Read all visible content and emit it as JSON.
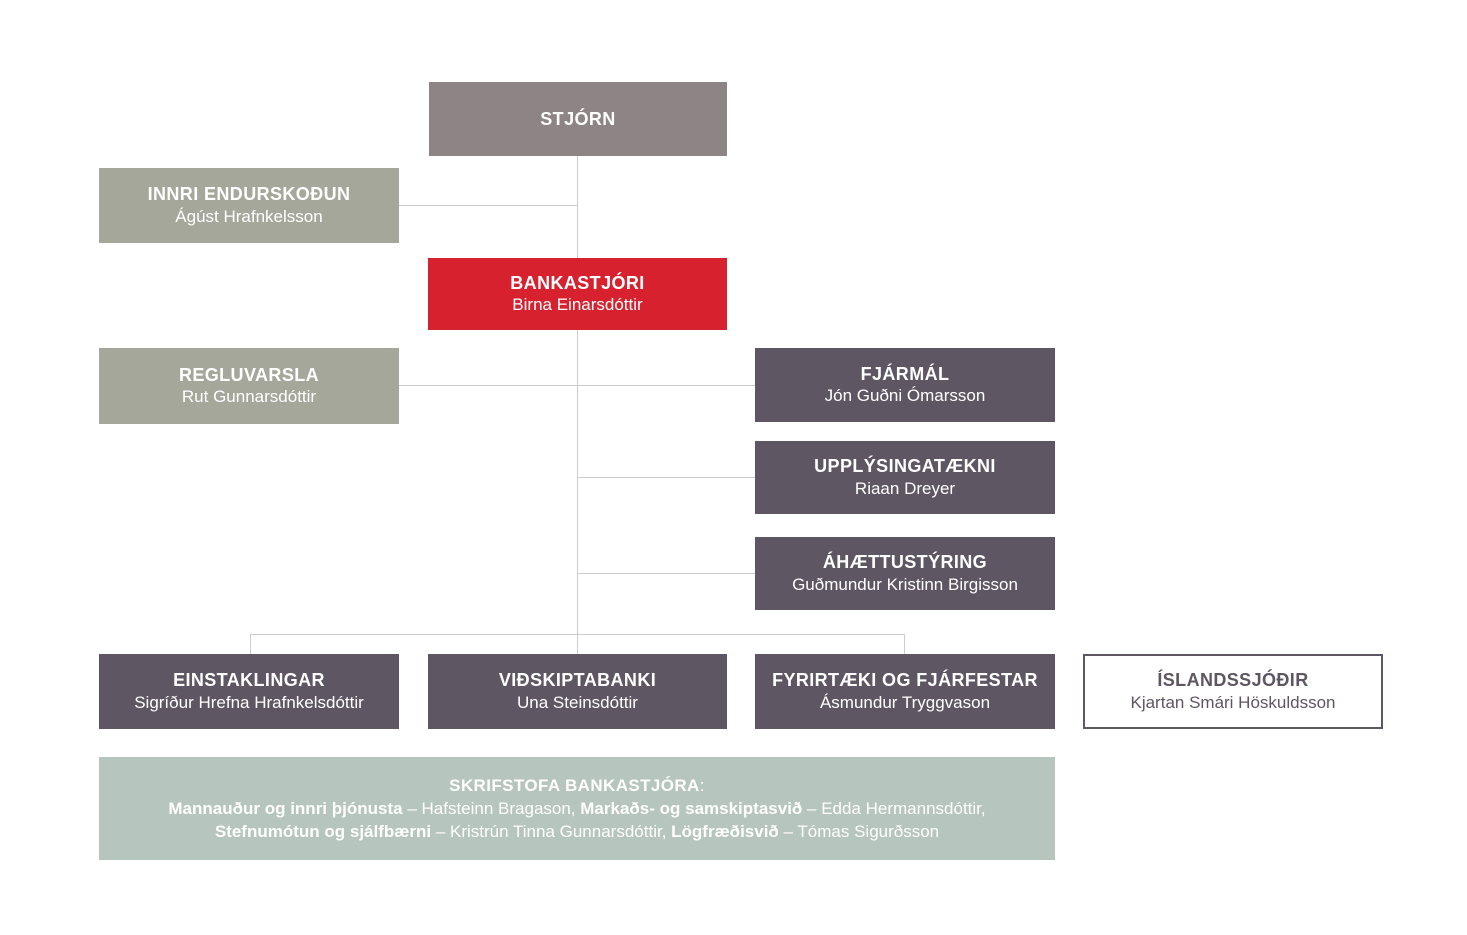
{
  "colors": {
    "gray": "#8d8585",
    "sagegray": "#a6a79b",
    "red": "#d7212f",
    "purple": "#5e5662",
    "sage": "#b6c5be",
    "line": "#cccccc"
  },
  "nodes": {
    "stjorn": {
      "label": "STJÓRN"
    },
    "innri_endurskodun": {
      "label": "INNRI ENDURSKOÐUN",
      "person": "Ágúst Hrafnkelsson"
    },
    "bankastjori": {
      "label": "BANKASTJÓRI",
      "person": "Birna Einarsdóttir"
    },
    "regluvarsla": {
      "label": "REGLUVARSLA",
      "person": "Rut Gunnarsdóttir"
    },
    "fjarmal": {
      "label": "FJÁRMÁL",
      "person": "Jón Guðni Ómarsson"
    },
    "upplysingataekni": {
      "label": "UPPLÝSINGATÆKNI",
      "person": "Riaan Dreyer"
    },
    "ahaettustyring": {
      "label": "ÁHÆTTUSTÝRING",
      "person": "Guðmundur Kristinn Birgisson"
    },
    "einstaklingar": {
      "label": "EINSTAKLINGAR",
      "person": "Sigríður Hrefna Hrafnkelsdóttir"
    },
    "vidskiptabanki": {
      "label": "VIÐSKIPTABANKI",
      "person": "Una Steinsdóttir"
    },
    "fyrirtaeki_og_fjarfestar": {
      "label": "FYRIRTÆKI OG FJÁRFESTAR",
      "person": "Ásmundur Tryggvason"
    },
    "islandssjodir": {
      "label": "ÍSLANDSSJÓÐIR",
      "person": "Kjartan Smári Höskuldsson"
    }
  },
  "office": {
    "title": "SKRIFSTOFA BANKASTJÓRA",
    "colon": ":",
    "lines": [
      {
        "segments": [
          {
            "bold": "Mannauður og innri þjónusta",
            "rest": " – Hafsteinn Bragason, "
          },
          {
            "bold": "Markaðs- og samskiptasvið",
            "rest": " – Edda Hermannsdóttir,"
          }
        ]
      },
      {
        "segments": [
          {
            "bold": "Stefnumótun og sjálfbærni",
            "rest": " – Kristrún Tinna Gunnarsdóttir, "
          },
          {
            "bold": "Lögfræðisvið",
            "rest": " – Tómas Sigurðsson"
          }
        ]
      }
    ]
  }
}
